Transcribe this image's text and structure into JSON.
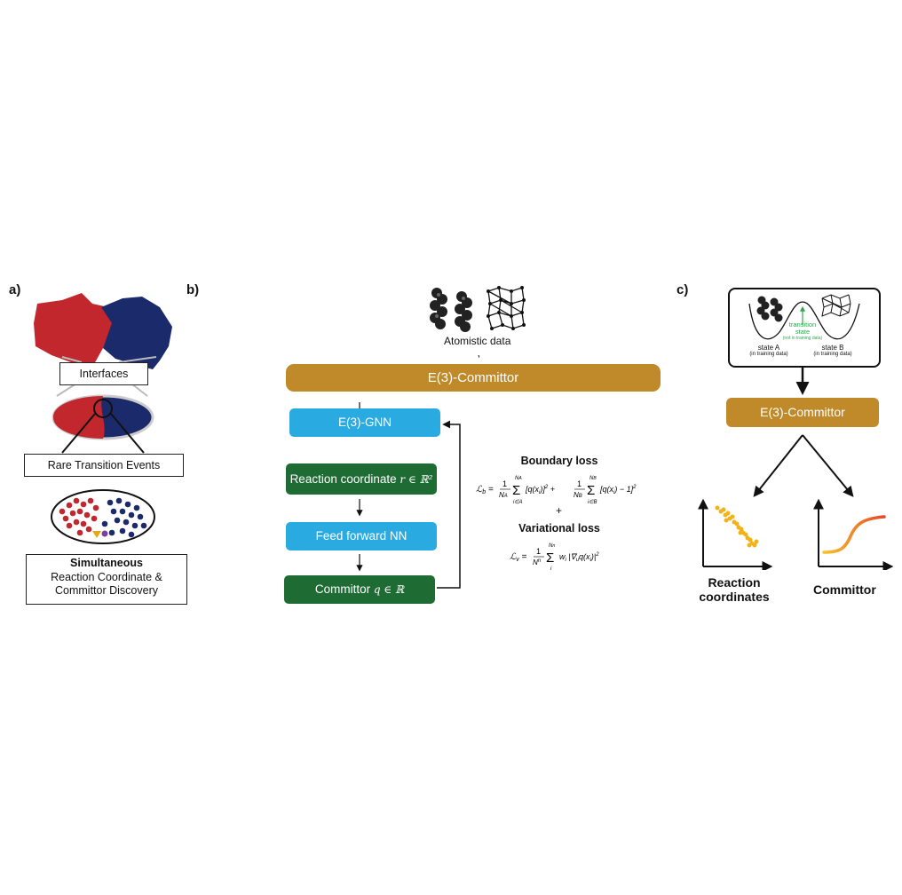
{
  "panels": {
    "a": {
      "label": "a)",
      "interfaces_label": "Interfaces",
      "rare_events_label": "Rare Transition Events",
      "discovery_title": "Simultaneous",
      "discovery_line1": "Reaction Coordinate &",
      "discovery_line2": "Committor Discovery",
      "colors": {
        "red": "#c1272d",
        "blue": "#1b2a6b",
        "gold": "#e6a817",
        "purple": "#7b3fa0"
      }
    },
    "b": {
      "label": "b)",
      "input_label": "Atomistic data",
      "committor_bar": "E(3)-Committor",
      "gnn_label": "E(3)-GNN",
      "reaction_label": "Reaction coordinate",
      "reaction_math": "r ∈ ℝ²",
      "ffnn_label": "Feed forward NN",
      "committor_label": "Committor",
      "committor_math": "q ∈ ℝ",
      "boundary_loss_title": "Boundary loss",
      "boundary_loss_eq": "ℒb = (1/NA) Σi∈A [q(xi)]² + (1/NB) Σi∈B [q(xi) − 1]²",
      "plus": "+",
      "variational_loss_title": "Variational loss",
      "variational_loss_eq": "ℒv = (1/Nⁿ) Σi wi |∇u q(xi)|²",
      "colors": {
        "gold": "#c08a2a",
        "blue": "#29abe2",
        "green": "#1f6b34"
      }
    },
    "c": {
      "label": "c)",
      "transition_label_1": "transition",
      "transition_label_2": "state",
      "transition_note": "(not in training data)",
      "state_a": "state A",
      "state_a_note": "(in training data)",
      "state_b": "state B",
      "state_b_note": "(in training data)",
      "committor_box": "E(3)-Committor",
      "reaction_output_1": "Reaction",
      "reaction_output_2": "coordinates",
      "committor_output": "Committor",
      "colors": {
        "green": "#2fa84f",
        "gold": "#c08a2a",
        "scatter": "#f2b21c"
      }
    }
  }
}
